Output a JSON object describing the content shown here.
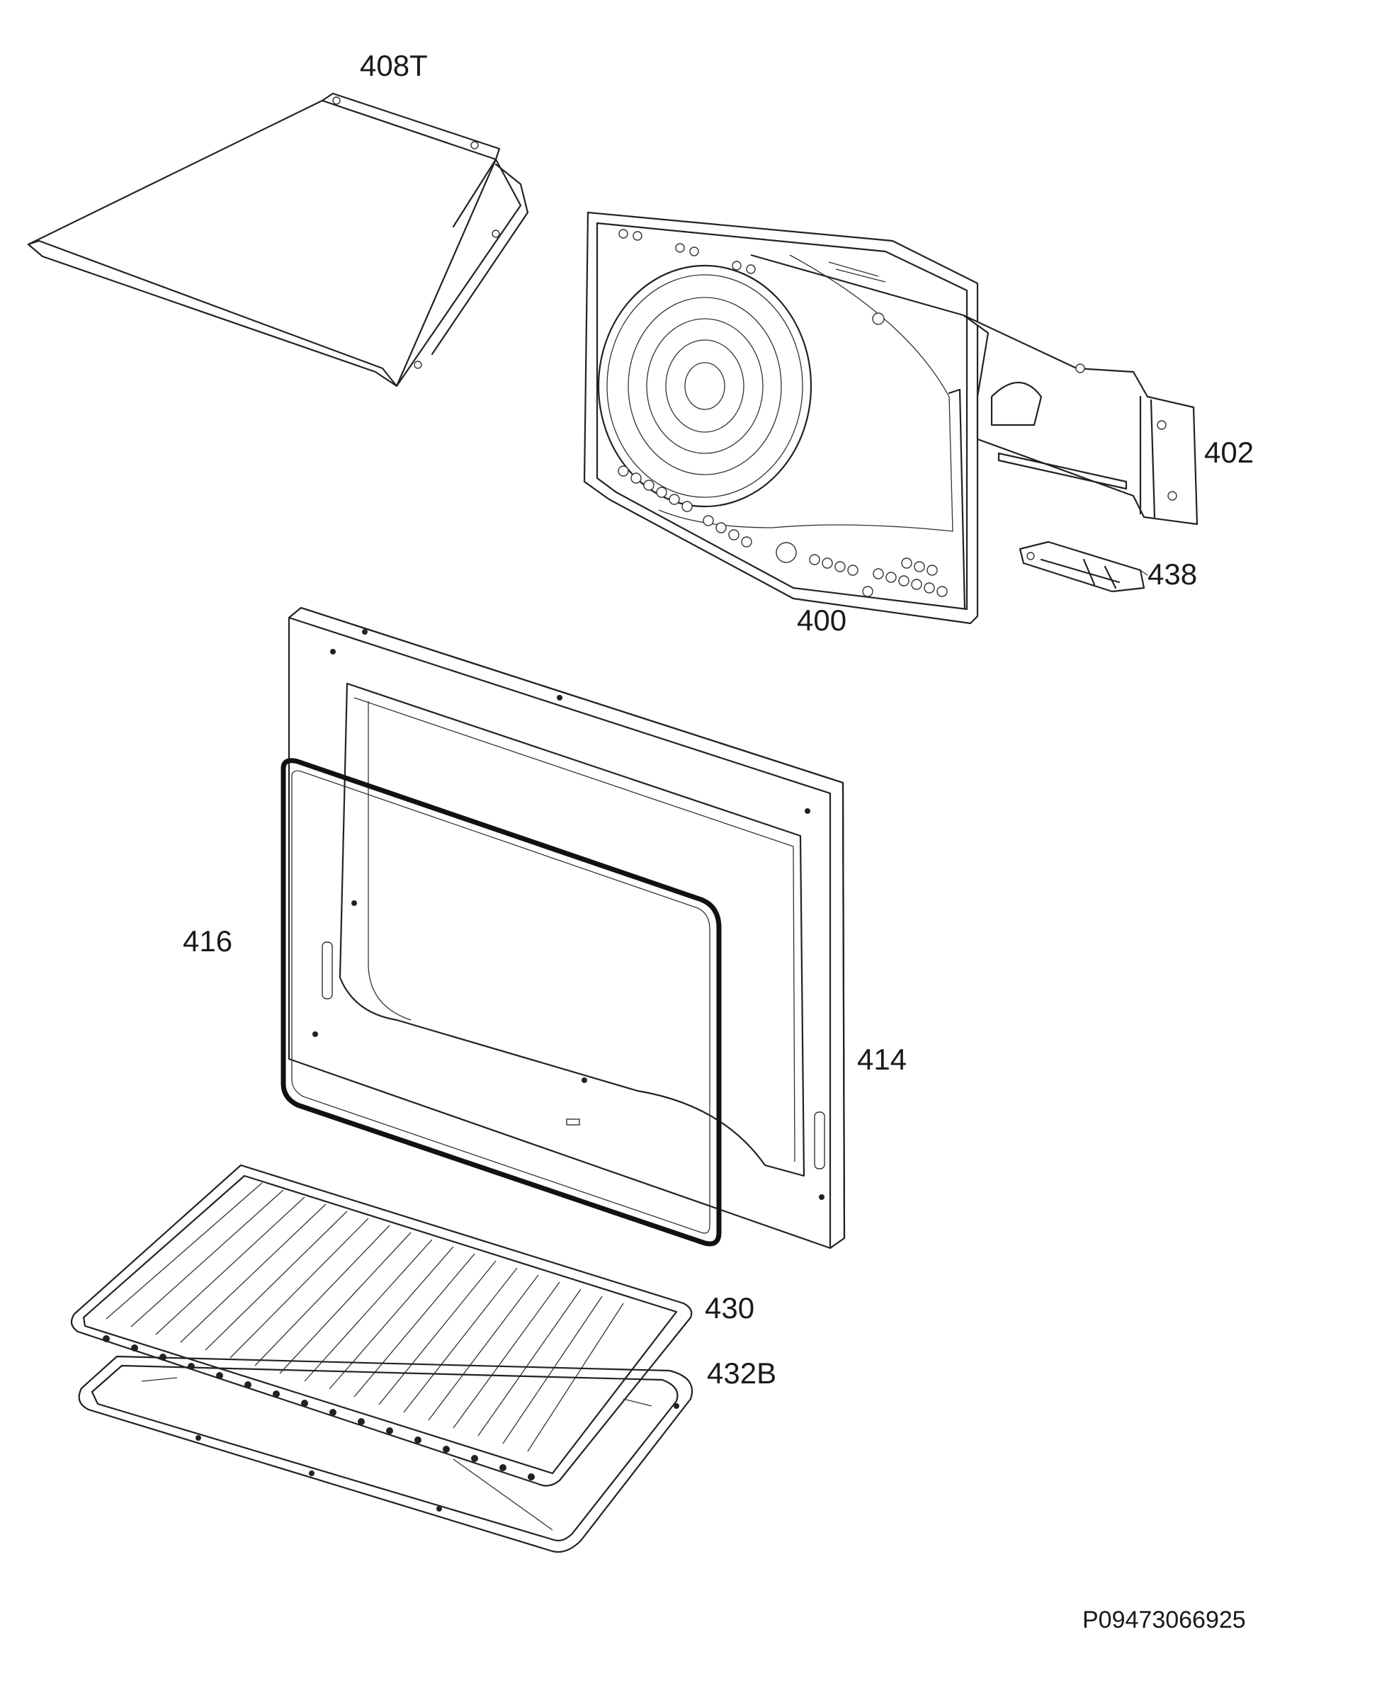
{
  "labels": {
    "p408T": "408T",
    "p402": "402",
    "p438": "438",
    "p400": "400",
    "p416": "416",
    "p414": "414",
    "p430": "430",
    "p432B": "432B"
  },
  "document_code": "P09473066925"
}
